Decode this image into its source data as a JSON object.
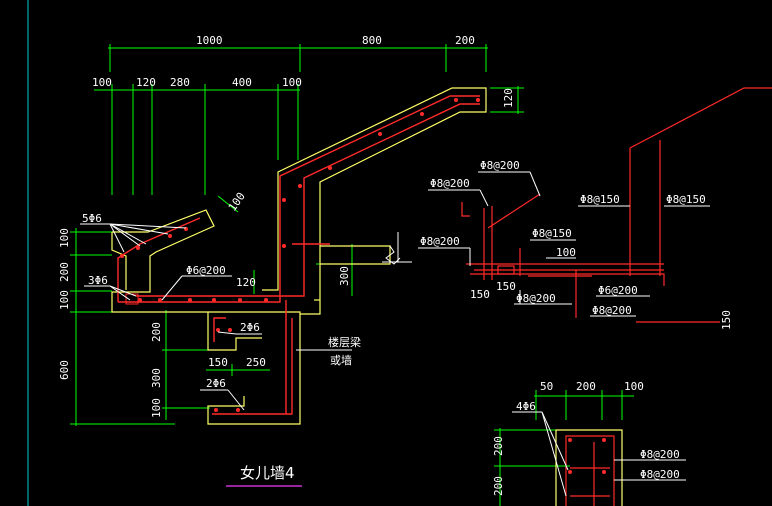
{
  "drawing": {
    "title": "女儿墙4",
    "colors": {
      "background": "#000000",
      "dimension": "#00ff00",
      "outline": "#ffff66",
      "rebar": "#ff2a2a",
      "text": "#ffffff",
      "border": "#00cccc",
      "underline": "#cc33cc"
    },
    "top_dims": {
      "d1000": "1000",
      "d800": "800",
      "d200": "200"
    },
    "second_dims": {
      "d100a": "100",
      "d120": "120",
      "d280": "280",
      "d400": "400",
      "d100b": "100"
    },
    "right_dims": {
      "d120": "120",
      "d100": "100"
    },
    "left_dims": {
      "d100a": "100",
      "d200": "200",
      "d100b": "100",
      "d600": "600"
    },
    "inner_dims": {
      "d120": "120",
      "d300a": "300",
      "d200": "200",
      "d300b": "300",
      "d100": "100",
      "d150": "150",
      "d250": "250"
    },
    "labels": {
      "bar_5phi6": "5Φ6",
      "bar_3phi6": "3Φ6",
      "bar_phi6_200": "Φ6@200",
      "bar_2phi6_a": "2Φ6",
      "bar_2phi6_b": "2Φ6",
      "beam_note_1": "楼层梁",
      "beam_note_2": "或墙"
    },
    "detail_right": {
      "phi8_200_a": "Φ8@200",
      "phi8_200_b": "Φ8@200",
      "phi8_200_c": "Φ8@200",
      "phi8_150_a": "Φ8@150",
      "phi8_150_b": "Φ8@150",
      "phi8_150_c": "Φ8@150",
      "phi8_200_d": "Φ8@200",
      "phi6_200": "Φ6@200",
      "phi8_200_e": "Φ8@200",
      "d100": "100",
      "d150a": "150",
      "d150b": "150",
      "d150c": "150"
    },
    "detail_bottom": {
      "d50": "50",
      "d200": "200",
      "d100": "100",
      "bar_4phi6": "4Φ6",
      "d200a": "200",
      "d200b": "200",
      "phi8_200_a": "Φ8@200",
      "phi8_200_b": "Φ8@200"
    }
  }
}
